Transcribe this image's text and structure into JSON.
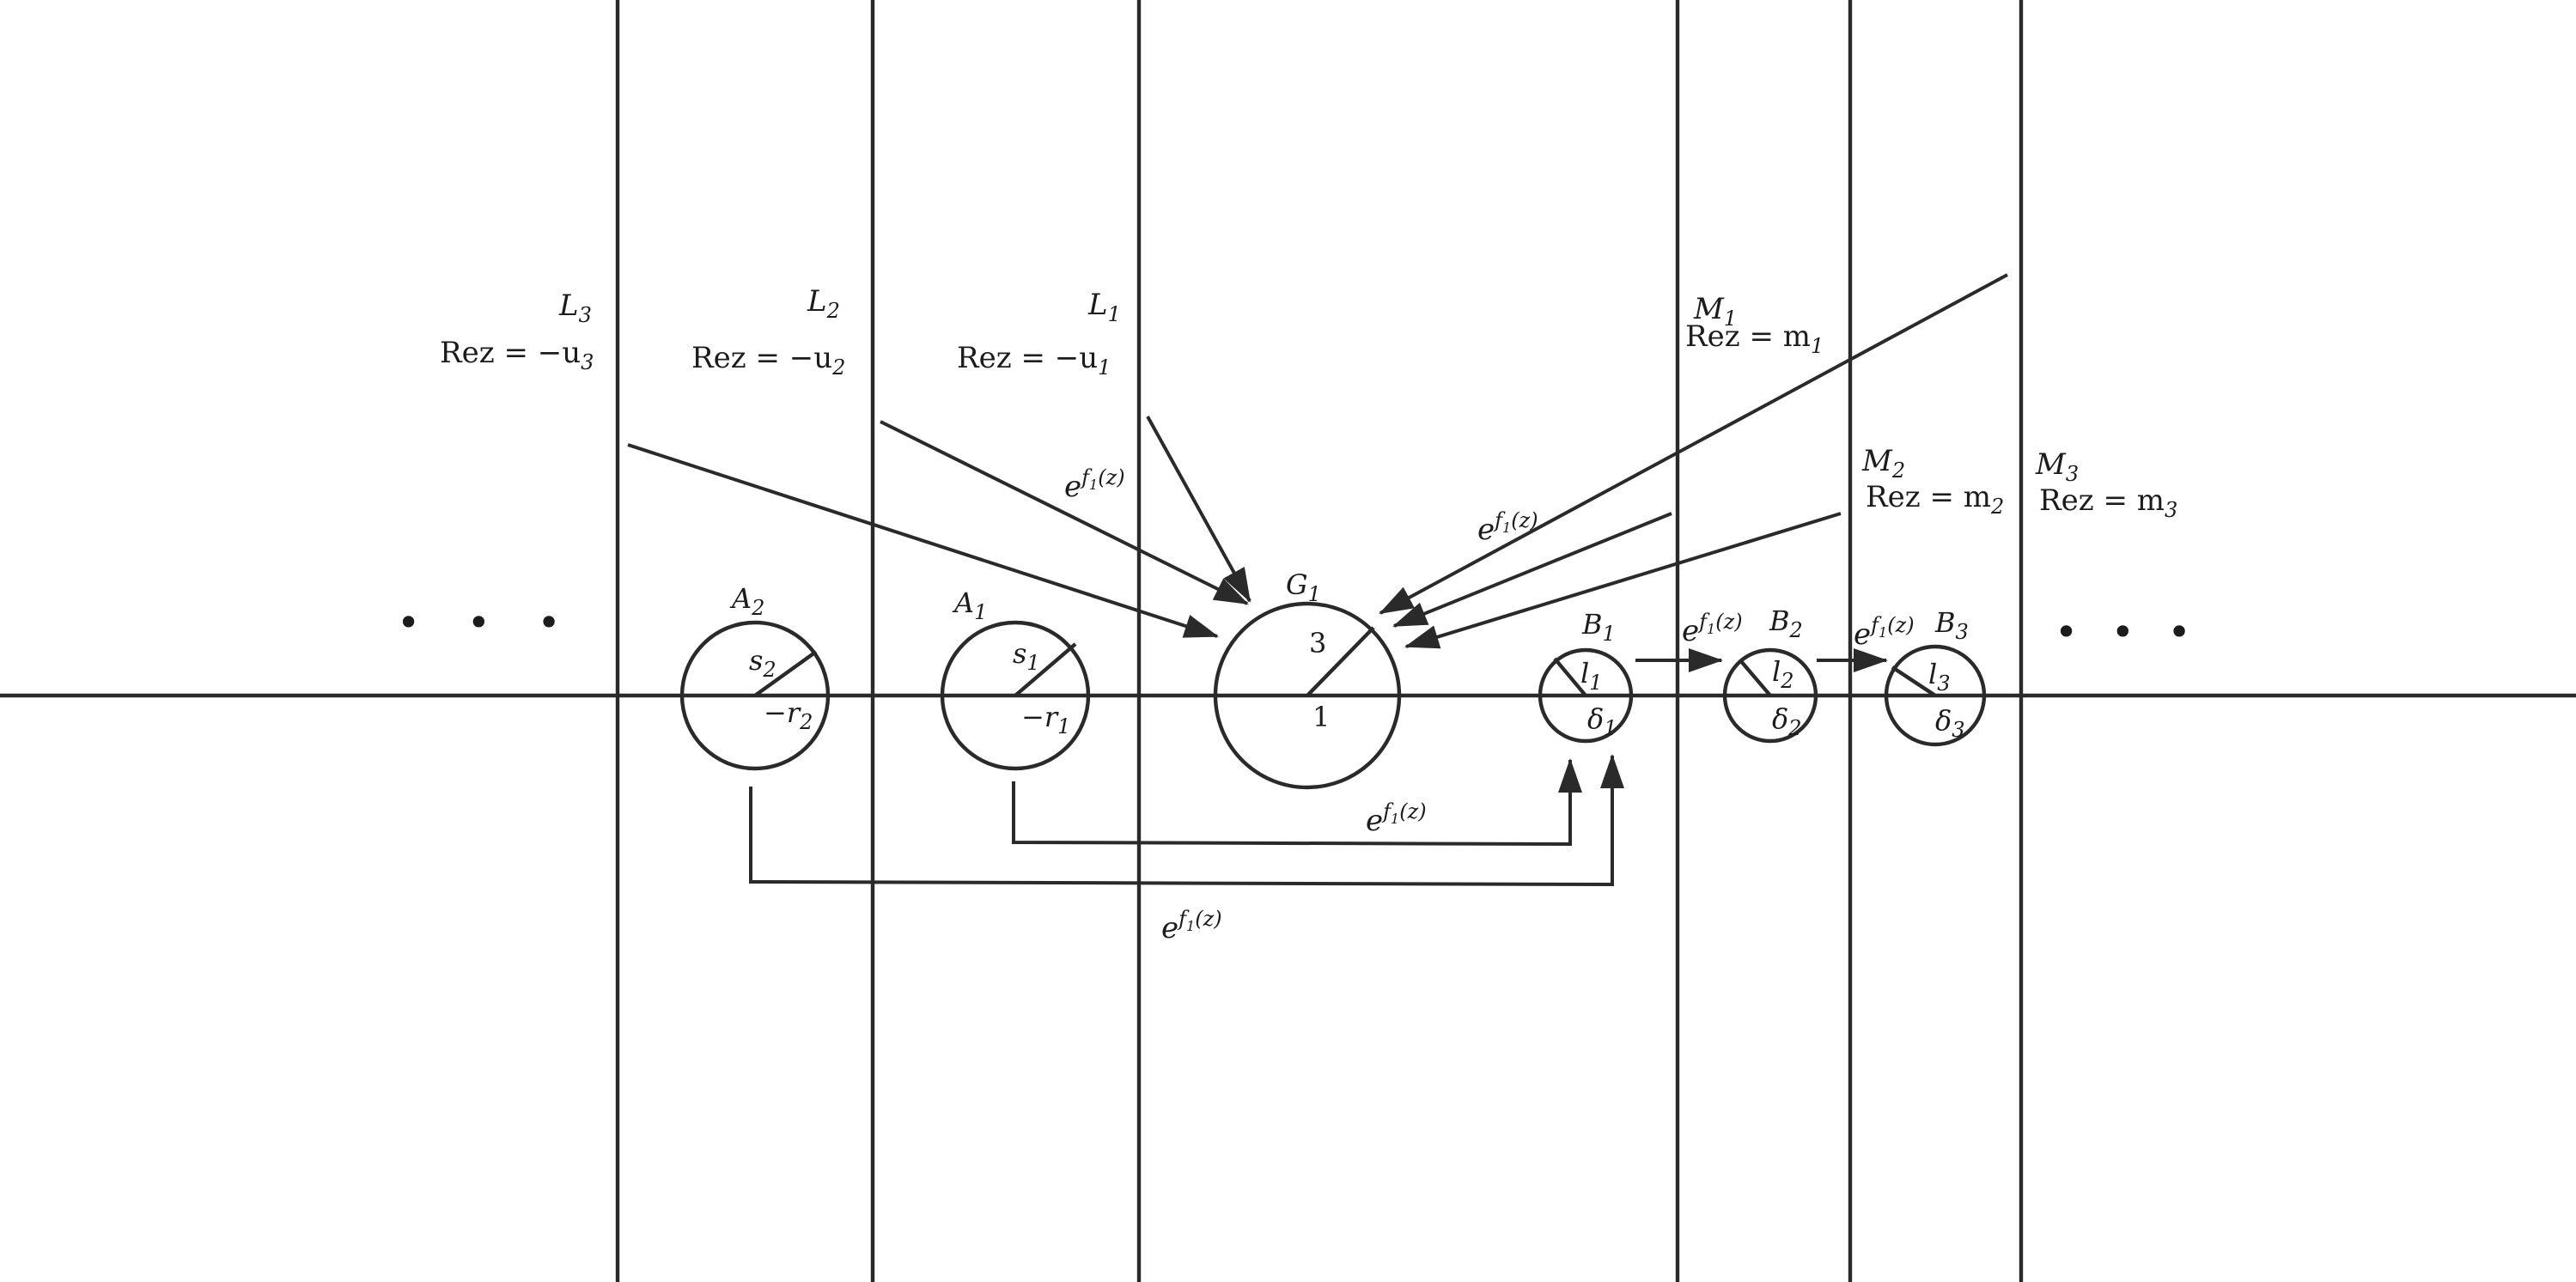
{
  "colors": {
    "stroke": "#2a2a2a",
    "background": "#ffffff"
  },
  "lines": {
    "L3": {
      "name": "L",
      "index": "3",
      "eq": "Rez = −u",
      "eq_index": "3"
    },
    "L2": {
      "name": "L",
      "index": "2",
      "eq": "Rez = −u",
      "eq_index": "2"
    },
    "L1": {
      "name": "L",
      "index": "1",
      "eq": "Rez = −u",
      "eq_index": "1"
    },
    "M1": {
      "name": "M",
      "index": "1",
      "eq": "Rez = m",
      "eq_index": "1"
    },
    "M2": {
      "name": "M",
      "index": "2",
      "eq": "Rez = m",
      "eq_index": "2"
    },
    "M3": {
      "name": "M",
      "index": "3",
      "eq": "Rez = m",
      "eq_index": "3"
    }
  },
  "discs": {
    "A2": {
      "name": "A",
      "index": "2",
      "radius_label": "s",
      "radius_index": "2",
      "center_label": "−r",
      "center_index": "2"
    },
    "A1": {
      "name": "A",
      "index": "1",
      "radius_label": "s",
      "radius_index": "1",
      "center_label": "−r",
      "center_index": "1"
    },
    "G1": {
      "name": "G",
      "index": "1",
      "radius_label": "3",
      "center_label": "1"
    },
    "B1": {
      "name": "B",
      "index": "1",
      "radius_label": "l",
      "radius_index": "1",
      "center_label": "δ",
      "center_index": "1"
    },
    "B2": {
      "name": "B",
      "index": "2",
      "radius_label": "l",
      "radius_index": "2",
      "center_label": "δ",
      "center_index": "2"
    },
    "B3": {
      "name": "B",
      "index": "3",
      "radius_label": "l",
      "radius_index": "3",
      "center_label": "δ",
      "center_index": "3"
    }
  },
  "map_label": {
    "base": "e",
    "exponent": "f",
    "exponent_index": "1",
    "exponent_arg": "(z)"
  },
  "ellipsis": {
    "left": "• • •",
    "right": "• • •"
  }
}
